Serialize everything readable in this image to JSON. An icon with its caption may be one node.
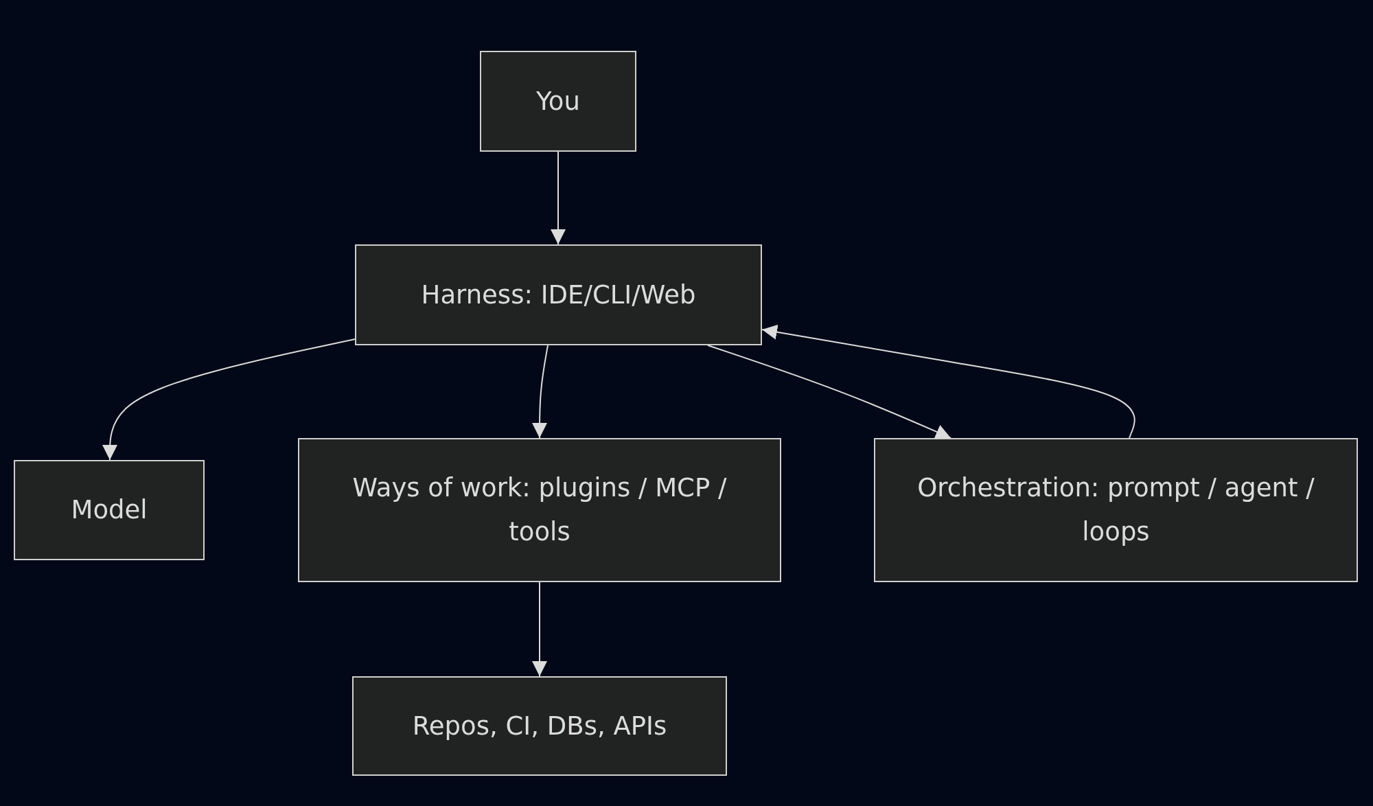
{
  "diagram": {
    "nodes": [
      {
        "text": [
          "You"
        ]
      },
      {
        "text": [
          "Harness: IDE/CLI/Web"
        ]
      },
      {
        "text": [
          "Model"
        ]
      },
      {
        "text": [
          "Ways of work: plugins / MCP / tools"
        ]
      },
      {
        "text": [
          "Orchestration: prompt / agent / loops"
        ]
      },
      {
        "text": [
          "Repos, CI, DBs, APIs"
        ]
      }
    ],
    "edges": [
      {
        "from": 0,
        "to": 1,
        "arrow": "to"
      },
      {
        "from": 1,
        "to": 2,
        "arrow": "to"
      },
      {
        "from": 1,
        "to": 3,
        "arrow": "to"
      },
      {
        "from": 1,
        "to": 4,
        "arrow": "to"
      },
      {
        "from": 4,
        "to": 1,
        "arrow": "to"
      },
      {
        "from": 3,
        "to": 5,
        "arrow": "to"
      }
    ]
  }
}
